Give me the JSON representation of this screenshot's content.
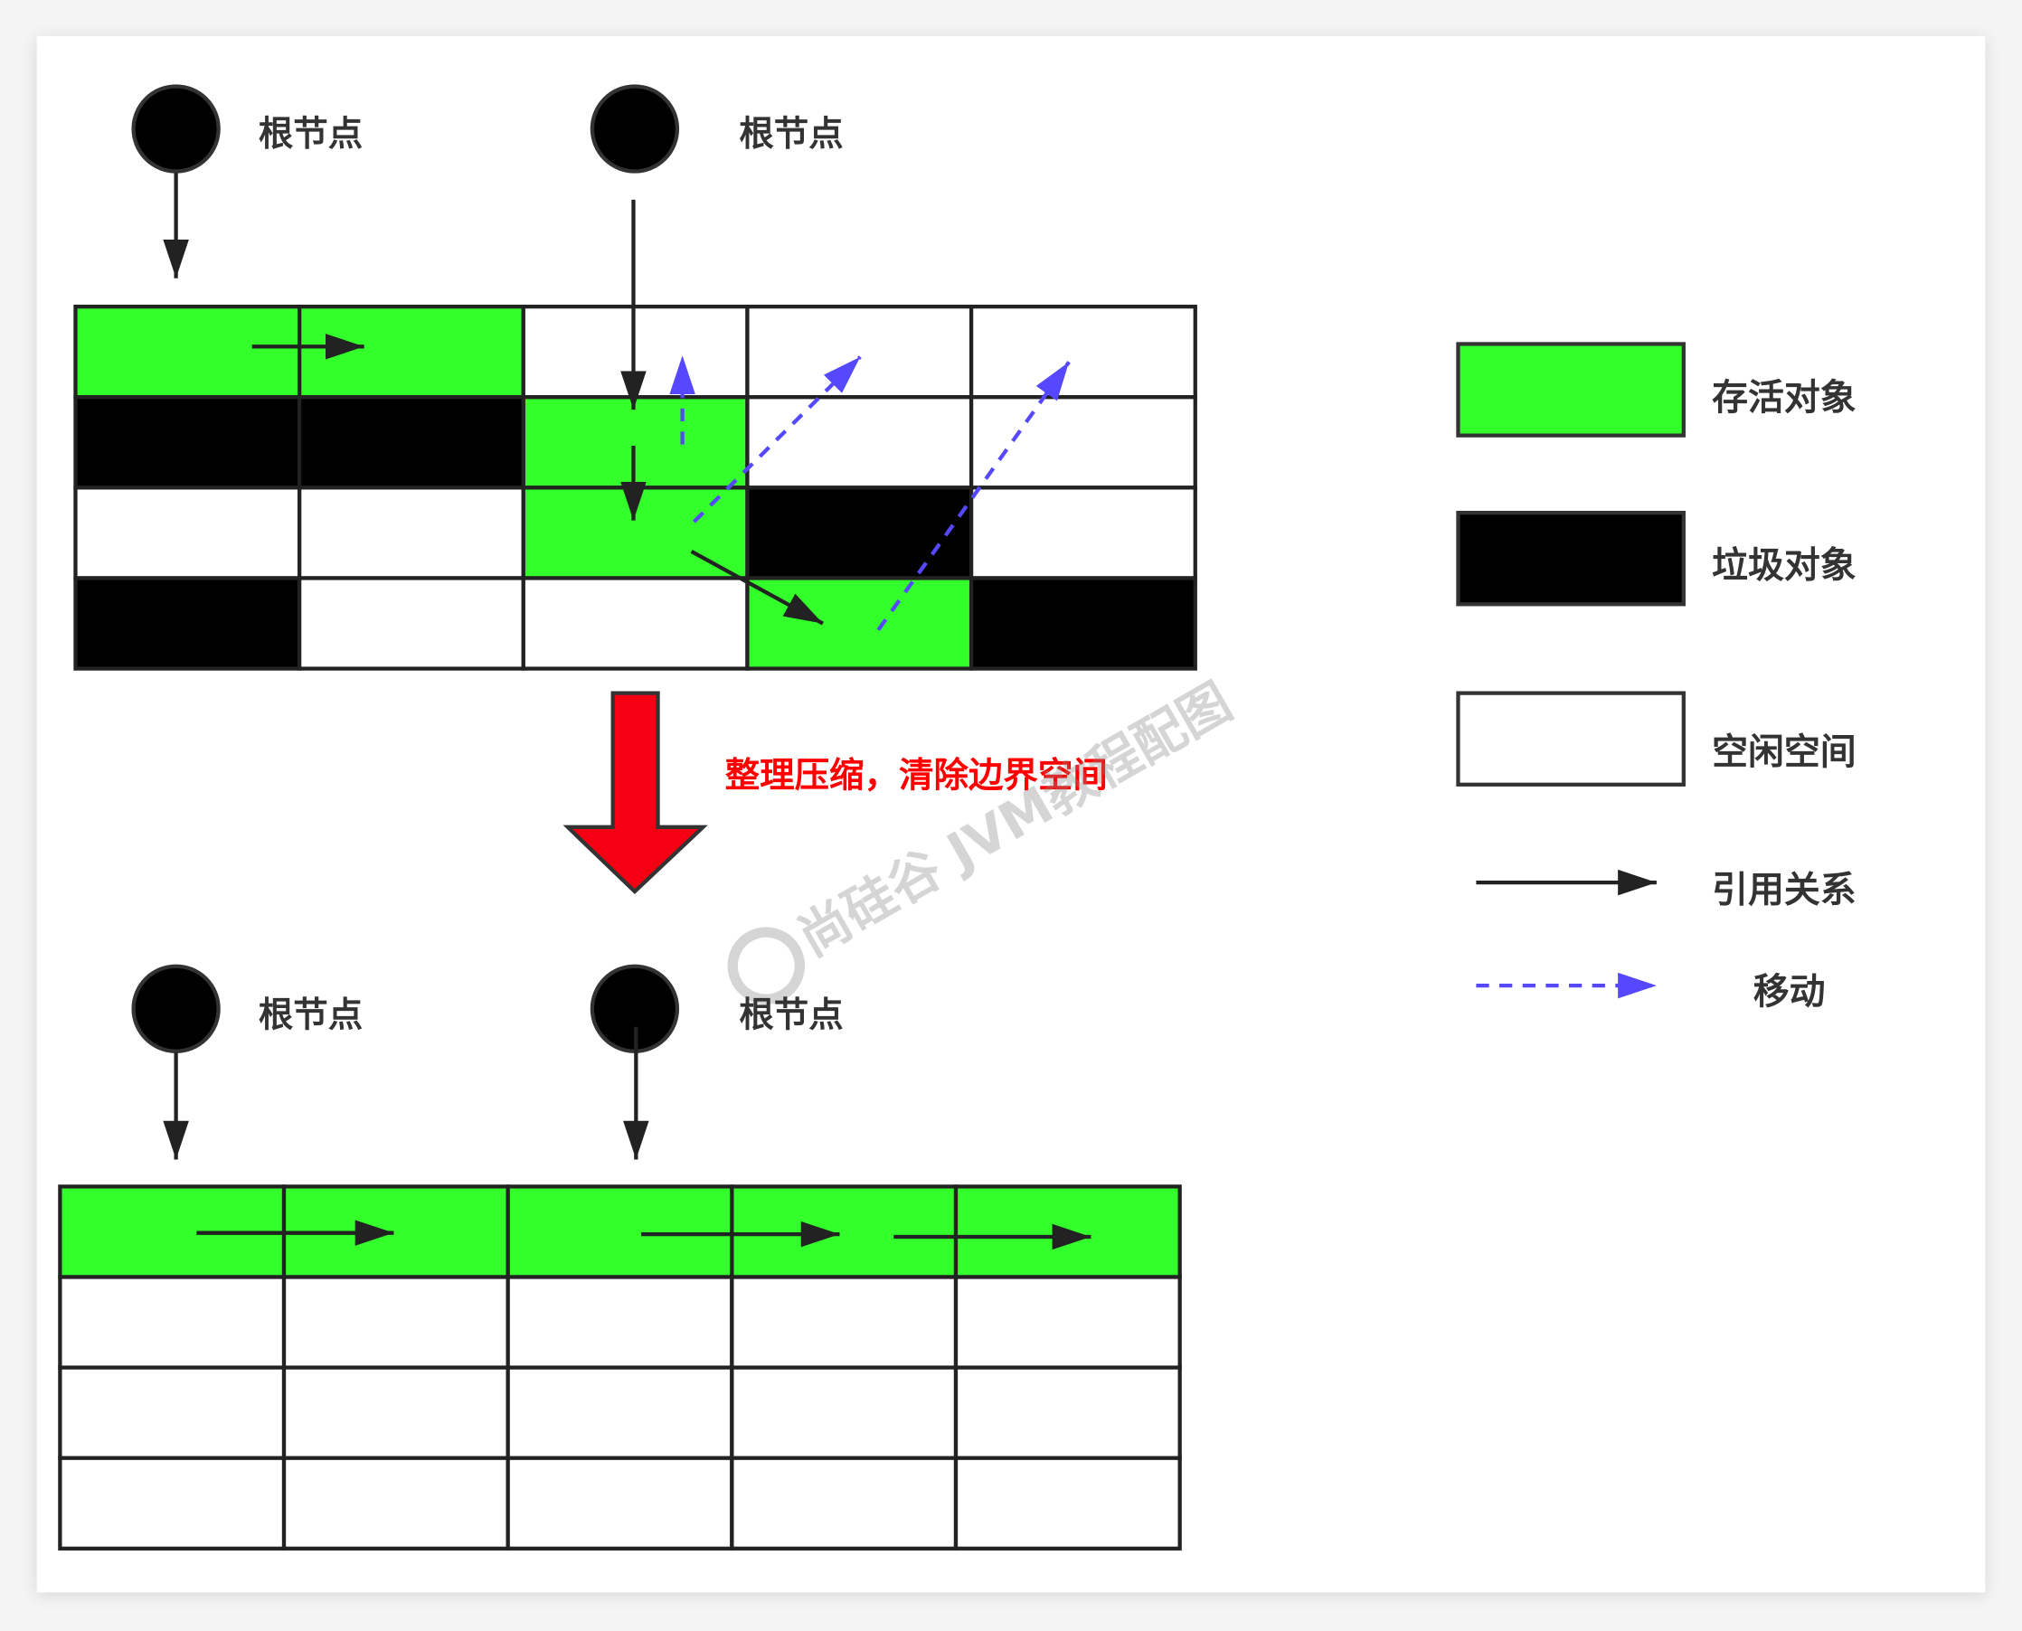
{
  "colors": {
    "live": "#33ff2a",
    "garbage": "#000000",
    "free": "#ffffff",
    "move": "#5548ff",
    "title": "#ff0000",
    "line": "#222222"
  },
  "top": {
    "root_labels": [
      "根节点",
      "根节点"
    ],
    "grid": [
      [
        "live",
        "live",
        "free",
        "free",
        "free"
      ],
      [
        "garbage",
        "garbage",
        "live",
        "free",
        "free"
      ],
      [
        "free",
        "free",
        "live",
        "garbage",
        "free"
      ],
      [
        "garbage",
        "free",
        "free",
        "live",
        "garbage"
      ]
    ]
  },
  "transition_label": "整理压缩，清除边界空间",
  "watermark": "尚硅谷 JVM教程配图",
  "bottom": {
    "root_labels": [
      "根节点",
      "根节点"
    ],
    "grid": [
      [
        "live",
        "live",
        "live",
        "live",
        "live"
      ],
      [
        "free",
        "free",
        "free",
        "free",
        "free"
      ],
      [
        "free",
        "free",
        "free",
        "free",
        "free"
      ],
      [
        "free",
        "free",
        "free",
        "free",
        "free"
      ]
    ]
  },
  "legend": {
    "live": "存活对象",
    "garbage": "垃圾对象",
    "free": "空闲空间",
    "reference": "引用关系",
    "move": "移动"
  }
}
